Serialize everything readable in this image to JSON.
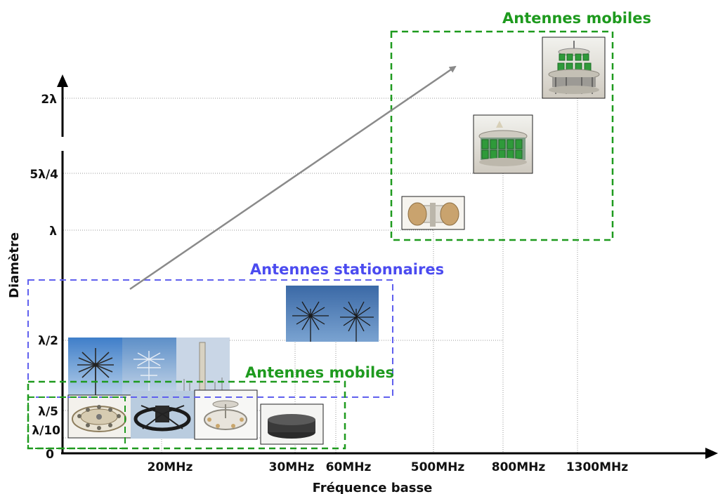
{
  "y_axis": {
    "name": "Diamètre",
    "ticks": [
      "2λ",
      "5λ/4",
      "λ",
      "λ/2",
      "λ/5",
      "λ/10",
      "0"
    ]
  },
  "x_axis": {
    "name": "Fréquence basse",
    "ticks": [
      "20MHz",
      "30MHz",
      "60MHz",
      "500MHz",
      "800MHz",
      "1300MHz"
    ]
  },
  "groups": {
    "mobile_high": "Antennes mobiles",
    "stationary": "Antennes stationnaires",
    "mobile_low": "Antennes mobiles"
  },
  "colors": {
    "mobile_box": "#1e9a1e",
    "stationary_box": "#6060ee",
    "grid": "#9a9a9a",
    "trend_arrow": "#8a8a8a"
  },
  "images": [
    "ring-antenna-photo",
    "black-ring-antenna-photo",
    "small-ring-antenna-photo",
    "black-disc-antenna-photo",
    "biconical-antenna-sky-photo",
    "log-periodic-antenna-photo",
    "mast-antenna-photo",
    "log-periodic-antenna-photo",
    "log-periodic-antenna-photo",
    "disc-pair-antenna-photo",
    "green-panel-array-photo",
    "green-panel-tower-photo"
  ]
}
